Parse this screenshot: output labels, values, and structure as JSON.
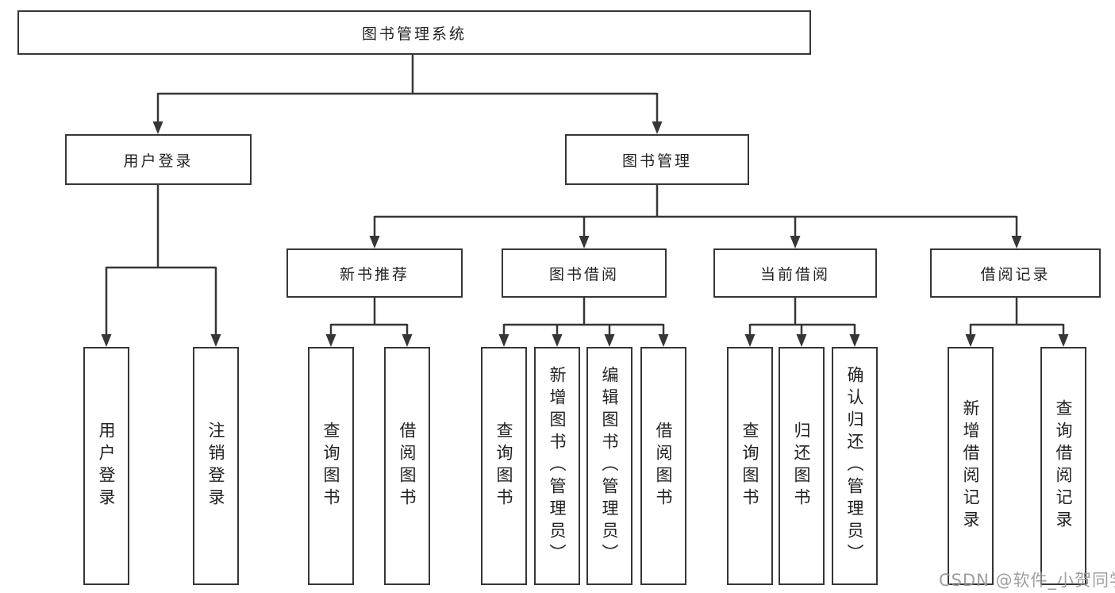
{
  "diagram": {
    "root": {
      "label": "图书管理系统"
    },
    "branches": [
      {
        "label": "用户登录",
        "children": [
          {
            "label": "用户登录"
          },
          {
            "label": "注销登录"
          }
        ]
      },
      {
        "label": "图书管理",
        "children": [
          {
            "label": "新书推荐",
            "children": [
              {
                "label": "查询图书"
              },
              {
                "label": "借阅图书"
              }
            ]
          },
          {
            "label": "图书借阅",
            "children": [
              {
                "label": "查询图书"
              },
              {
                "label": "新增图书（管理员）"
              },
              {
                "label": "编辑图书（管理员）"
              },
              {
                "label": "借阅图书"
              }
            ]
          },
          {
            "label": "当前借阅",
            "children": [
              {
                "label": "查询图书"
              },
              {
                "label": "归还图书"
              },
              {
                "label": "确认归还（管理员）"
              }
            ]
          },
          {
            "label": "借阅记录",
            "children": [
              {
                "label": "新增借阅记录"
              },
              {
                "label": "查询借阅记录"
              }
            ]
          }
        ]
      }
    ]
  },
  "watermark": {
    "text": "CSDN @软件_小贺同学"
  },
  "colors": {
    "line": "#363636",
    "box_border": "#363636",
    "text": "#222222",
    "watermark": "#969696",
    "background": "#ffffff"
  }
}
